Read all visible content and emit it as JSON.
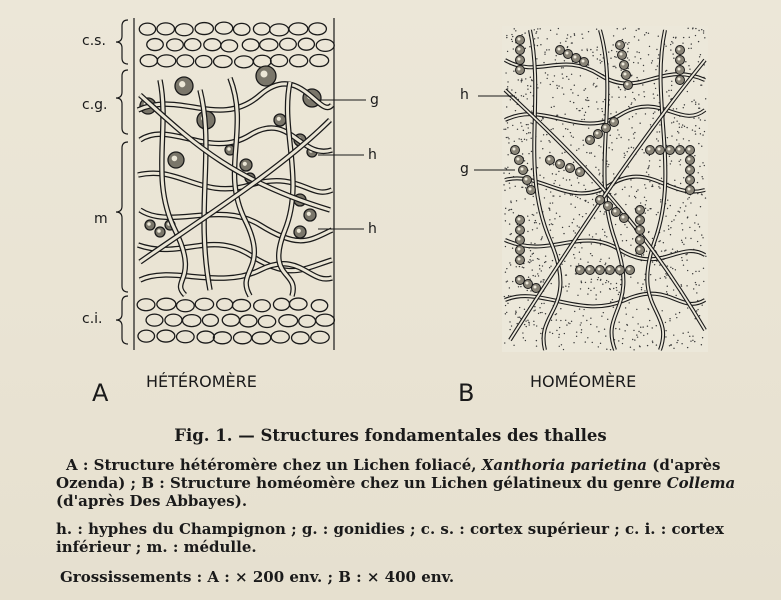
{
  "figure_A": {
    "letter": "A",
    "name": "HÉTÉROMÈRE",
    "labels": {
      "cs": "c.s.",
      "cg": "c.g.",
      "m": "m",
      "ci": "c.i.",
      "g": "g",
      "h1": "h",
      "h2": "h"
    }
  },
  "figure_B": {
    "letter": "B",
    "name": "HOMÉOMÈRE",
    "labels": {
      "h": "h",
      "g": "g"
    }
  },
  "caption": {
    "title": "Fig. 1. — Structures fondamentales des thalles",
    "line_a_1": "A : Structure hétéromère chez un Lichen foliacé, ",
    "line_a_species": "Xanthoria parietina",
    "line_a_2": " (d'après Ozenda) ; B : Structure homéomère chez un Lichen gélatineux du genre ",
    "line_a_genus": "Collema",
    "line_a_3": " (d'après Des Abbayes).",
    "legend": "h. : hyphes du Champignon ; g. : gonidies ; c. s. : cortex supérieur ; c. i. : cortex inférieur ; m. : médulle.",
    "magnification": "Grossissements : A : × 200 env. ; B : × 400 env."
  },
  "colors": {
    "paper": "#ebe6d6",
    "ink": "#1a1a1a",
    "stipple": "#3a3a3a"
  }
}
